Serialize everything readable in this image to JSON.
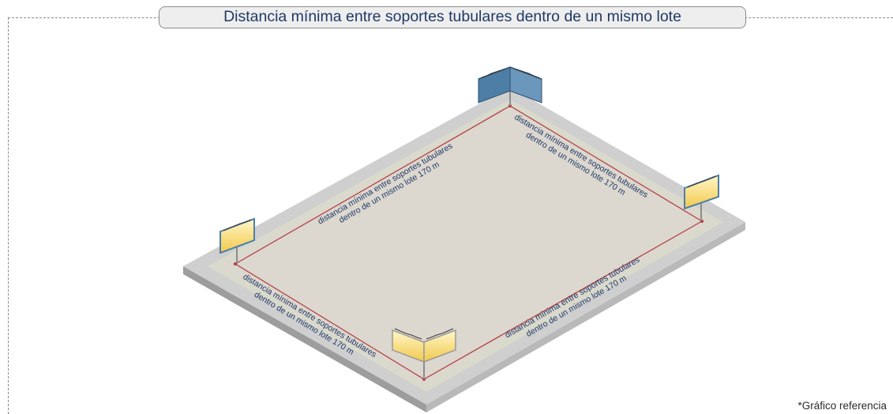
{
  "title": "Distancia mínima entre soportes tubulares dentro de un mismo lote",
  "footnote": "*Gráfico referencia",
  "edge_labels": [
    {
      "line1": "distancia mínima entre soportes tubulares",
      "line2": "dentro de un mismo lote 170 m"
    },
    {
      "line1": "distancia mínima entre soportes tubulares",
      "line2": "dentro de un mismo lote 170 m"
    },
    {
      "line1": "distancia mínima entre soportes tubulares",
      "line2": "dentro de un mismo lote 170 m"
    },
    {
      "line1": "distancia mínima entre soportes tubulares",
      "line2": "dentro de un mismo lote 170 m"
    }
  ],
  "colors": {
    "title_text": "#1f3a67",
    "lot_surface": "#dcd7cf",
    "sidewalk": "#cfcfcf",
    "boundary_line": "#b03a3a",
    "billboard_panel_blue": "#4d7fa6",
    "billboard_panel_lit": "#f4d25f"
  }
}
